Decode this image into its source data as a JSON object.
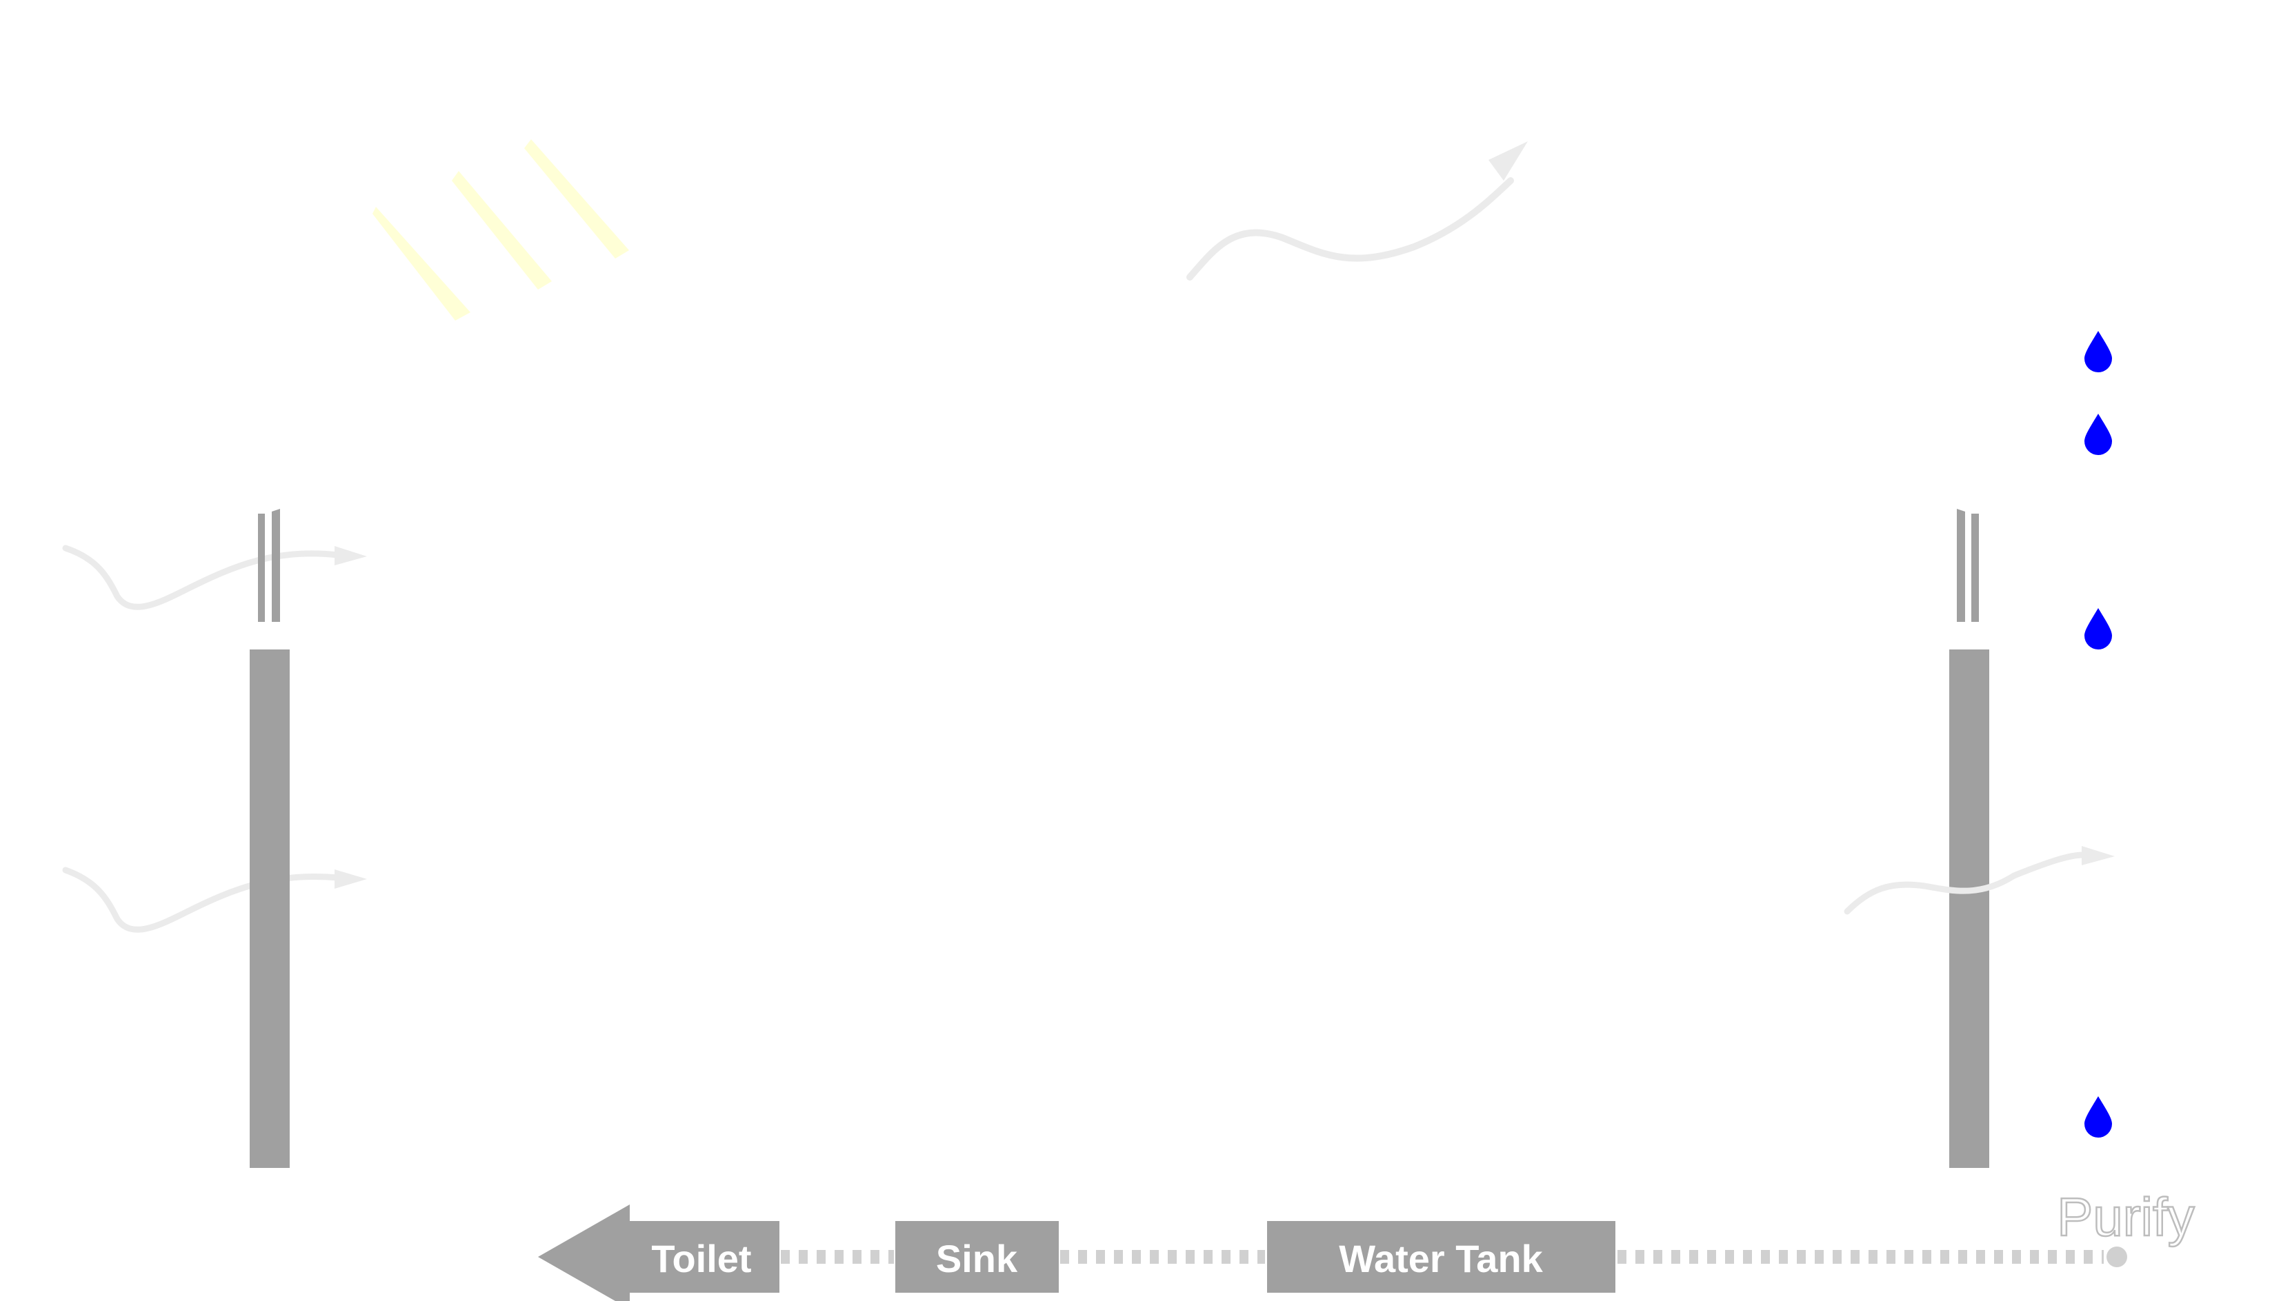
{
  "labels": {
    "toilet": "Toilet",
    "sink": "Sink",
    "water_tank": "Water Tank",
    "purify": "Purify"
  },
  "icons": {
    "sun_rays": "sun-rays-icon",
    "air_flow": "air-flow-arrow-icon",
    "rain_drop": "rain-drop-icon",
    "flow_arrow": "flow-arrow-icon"
  },
  "colors": {
    "block_gray": "#a0a0a0",
    "dotted_line": "#d0d0d0",
    "air_flow": "#ebebeb",
    "sun_rays": "#ffffd6",
    "rain_drop": "#0000ff",
    "label_text": "#ffffff"
  }
}
